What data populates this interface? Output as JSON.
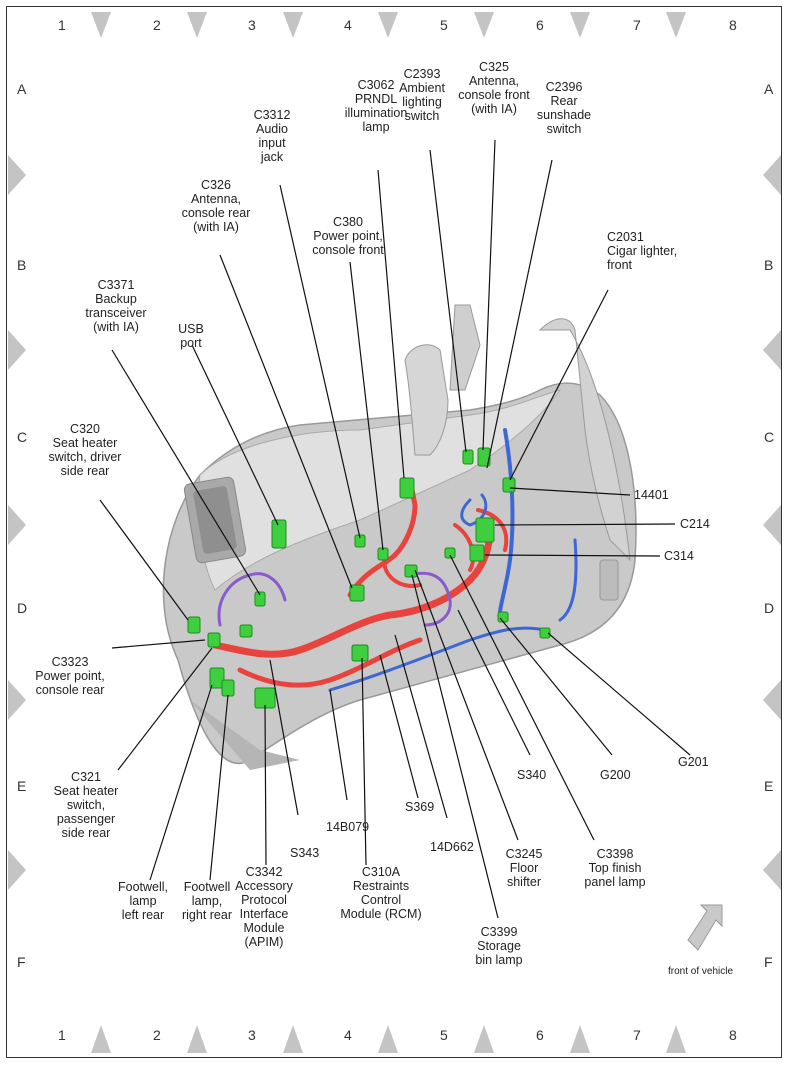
{
  "grid": {
    "columns": [
      "1",
      "2",
      "3",
      "4",
      "5",
      "6",
      "7",
      "8"
    ],
    "rows": [
      "A",
      "B",
      "C",
      "D",
      "E",
      "F"
    ]
  },
  "callouts": {
    "c3062": "C3062\nPRNDL\nillumination\nlamp",
    "c2393": "C2393\nAmbient\nlighting\nswitch",
    "c325": "C325\nAntenna,\nconsole front\n(with IA)",
    "c2396": "C2396\nRear\nsunshade\nswitch",
    "c3312": "C3312\nAudio\ninput\njack",
    "c326": "C326\nAntenna,\nconsole rear\n(with IA)",
    "c380": "C380\nPower point,\nconsole front",
    "c2031": "C2031\nCigar lighter,\nfront",
    "c3371": "C3371\nBackup\ntransceiver\n(with IA)",
    "usb": "USB\nport",
    "c320": "C320\nSeat heater\nswitch, driver\nside rear",
    "c3323": "C3323\nPower point,\nconsole rear",
    "c321": "C321\nSeat heater\nswitch,\npassenger\nside rear",
    "footwell_left": "Footwell,\nlamp\nleft rear",
    "footwell_right": "Footwell\nlamp,\nright rear",
    "c3342": "C3342\nAccessory\nProtocol\nInterface\nModule\n(APIM)",
    "s343": "S343",
    "c14b079": "14B079",
    "c310a": "C310A\nRestraints\nControl\nModule (RCM)",
    "s369": "S369",
    "c14d662": "14D662",
    "c3399": "C3399\nStorage\nbin lamp",
    "c3245": "C3245\nFloor\nshifter",
    "s340": "S340",
    "c3398": "C3398\nTop finish\npanel lamp",
    "g200": "G200",
    "g201": "G201",
    "c14401": "14401",
    "c214": "C214",
    "c314": "C314"
  },
  "front_of_vehicle": "front of vehicle",
  "colors": {
    "harness_red": "#e8433c",
    "harness_blue": "#3f67d4",
    "harness_purple": "#8a5cc9",
    "connector_green": "#3ecf3e",
    "console_grey": "#c9c9c9",
    "marker_grey": "#c4c4c4"
  }
}
